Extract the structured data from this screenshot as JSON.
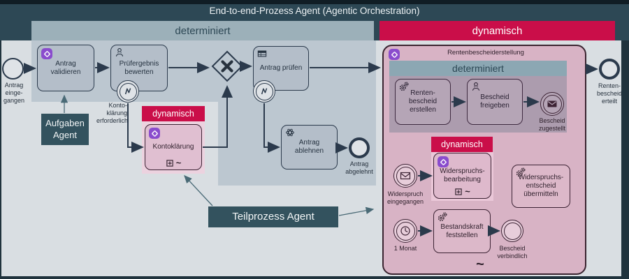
{
  "title": "End-to-end-Prozess Agent (Agentic Orchestration)",
  "section_headers": {
    "left": "determiniert",
    "right": "dynamisch"
  },
  "agents": {
    "aufgaben": "Aufgaben\nAgent",
    "teilprozess": "Teilprozess Agent"
  },
  "left_flow": {
    "start_label": "Antrag\neinge-\ngangen",
    "task_validieren": "Antrag\nvalidieren",
    "task_pruefergebnis": "Prüfergebnis\nbewerten",
    "branch_label": "Konto-\nklärung\nerforderlich",
    "konto_group_header": "dynamisch",
    "task_kontoklaerung": "Kontoklärung",
    "konto_adhoc_marker": "~",
    "task_antrag_pruefen": "Antrag prüfen",
    "task_ablehnen": "Antrag\nablehnen",
    "end_abgelehnt": "Antrag\nabgelehnt"
  },
  "right_flow": {
    "container_title": "Rentenbescheiderstellung",
    "det_header": "determiniert",
    "task_erstellen": "Renten-\nbescheid\nerstellen",
    "task_freigeben": "Bescheid\nfreigeben",
    "event_zugestellt": "Bescheid\nzugestellt",
    "dyn_header": "dynamisch",
    "task_widerspruchsbearbeitung": "Widerspruchs-\nbearbeitung",
    "wb_adhoc_marker": "~",
    "event_eingegangen": "Widerspruch\neingegangen",
    "task_entscheid": "Widerspruchs-\nentscheid\nübermitteln",
    "event_monat": "1 Monat",
    "task_bestandskraft": "Bestandskraft\nfeststellen",
    "event_verbindlich": "Bescheid\nverbindlich",
    "adhoc_marker": "~",
    "end_erteilt": "Renten-\nbescheid\nerteilt"
  },
  "colors": {
    "accent_red": "#ca0e49",
    "purple_badge": "#8a4ccd",
    "slate_header": "#2d4855",
    "canvas": "#d9dee2",
    "gray_panel": "#bcc7d0",
    "det_header_gray": "#9cb0b9",
    "pink_container": "#d8b3c5",
    "agent_box": "#33525e"
  }
}
